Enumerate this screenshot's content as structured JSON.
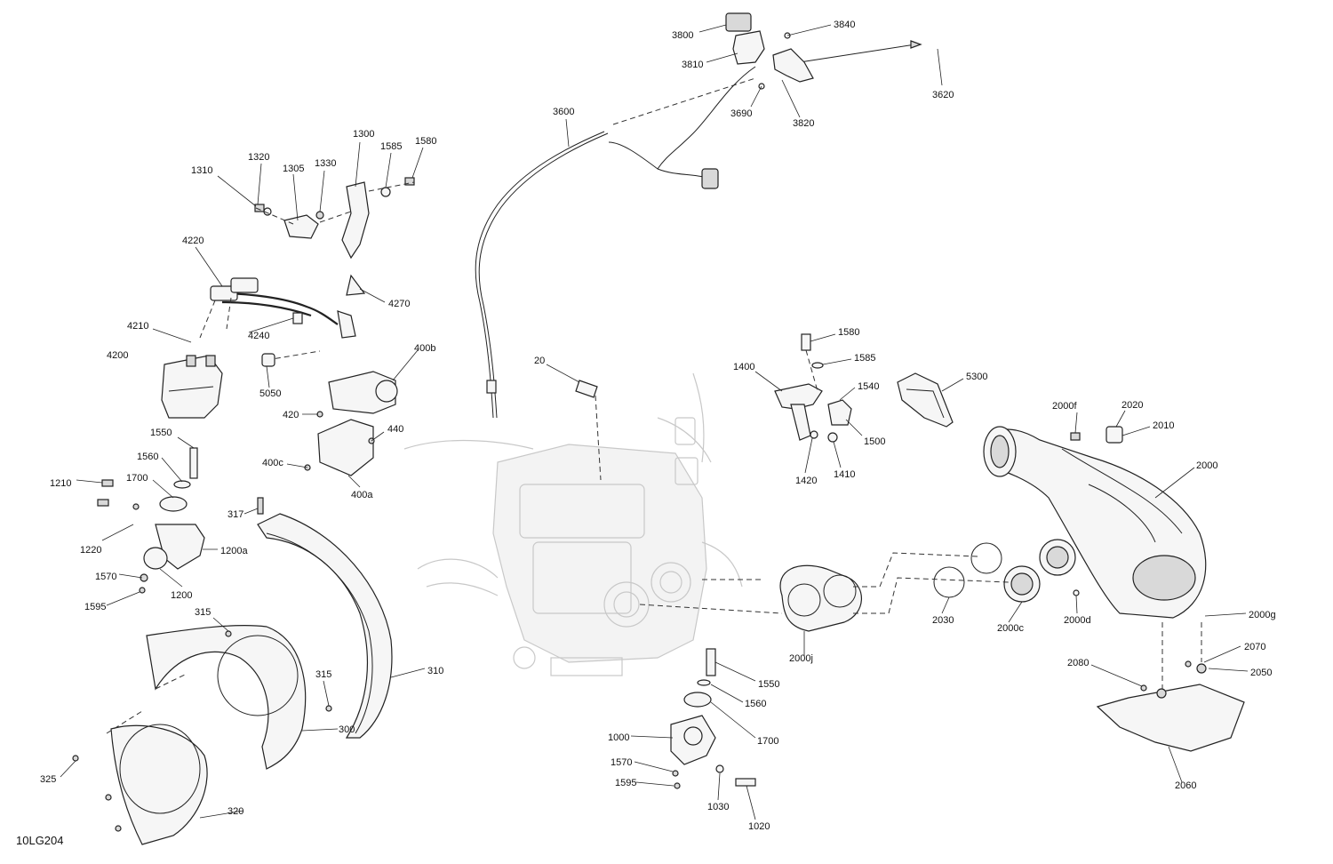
{
  "diagram_code": "10LG204",
  "callouts": [
    {
      "id": "3800",
      "text": "3800"
    },
    {
      "id": "3840",
      "text": "3840"
    },
    {
      "id": "3810",
      "text": "3810"
    },
    {
      "id": "3620",
      "text": "3620"
    },
    {
      "id": "3690",
      "text": "3690"
    },
    {
      "id": "3820",
      "text": "3820"
    },
    {
      "id": "3600",
      "text": "3600"
    },
    {
      "id": "1300",
      "text": "1300"
    },
    {
      "id": "1585a",
      "text": "1585"
    },
    {
      "id": "1580a",
      "text": "1580"
    },
    {
      "id": "1320",
      "text": "1320"
    },
    {
      "id": "1330",
      "text": "1330"
    },
    {
      "id": "1305",
      "text": "1305"
    },
    {
      "id": "1310",
      "text": "1310"
    },
    {
      "id": "4220",
      "text": "4220"
    },
    {
      "id": "4270",
      "text": "4270"
    },
    {
      "id": "4210",
      "text": "4210"
    },
    {
      "id": "4240",
      "text": "4240"
    },
    {
      "id": "4200",
      "text": "4200"
    },
    {
      "id": "5050",
      "text": "5050"
    },
    {
      "id": "400b",
      "text": "400b"
    },
    {
      "id": "420",
      "text": "420"
    },
    {
      "id": "440",
      "text": "440"
    },
    {
      "id": "400c",
      "text": "400c"
    },
    {
      "id": "400a",
      "text": "400a"
    },
    {
      "id": "20",
      "text": "20"
    },
    {
      "id": "1580b",
      "text": "1580"
    },
    {
      "id": "1585b",
      "text": "1585"
    },
    {
      "id": "1400",
      "text": "1400"
    },
    {
      "id": "1540",
      "text": "1540"
    },
    {
      "id": "1500",
      "text": "1500"
    },
    {
      "id": "1420",
      "text": "1420"
    },
    {
      "id": "1410",
      "text": "1410"
    },
    {
      "id": "5300",
      "text": "5300"
    },
    {
      "id": "2000f",
      "text": "2000f"
    },
    {
      "id": "2020",
      "text": "2020"
    },
    {
      "id": "2010",
      "text": "2010"
    },
    {
      "id": "2000",
      "text": "2000"
    },
    {
      "id": "1550a",
      "text": "1550"
    },
    {
      "id": "1560a",
      "text": "1560"
    },
    {
      "id": "1210",
      "text": "1210"
    },
    {
      "id": "1700a",
      "text": "1700"
    },
    {
      "id": "1220",
      "text": "1220"
    },
    {
      "id": "1200a",
      "text": "1200a"
    },
    {
      "id": "1570a",
      "text": "1570"
    },
    {
      "id": "1200",
      "text": "1200"
    },
    {
      "id": "1595a",
      "text": "1595"
    },
    {
      "id": "317",
      "text": "317"
    },
    {
      "id": "315a",
      "text": "315"
    },
    {
      "id": "315b",
      "text": "315"
    },
    {
      "id": "310",
      "text": "310"
    },
    {
      "id": "300",
      "text": "300"
    },
    {
      "id": "325",
      "text": "325"
    },
    {
      "id": "320",
      "text": "320"
    },
    {
      "id": "2030",
      "text": "2030"
    },
    {
      "id": "2000c",
      "text": "2000c"
    },
    {
      "id": "2000d",
      "text": "2000d"
    },
    {
      "id": "2000g",
      "text": "2000g"
    },
    {
      "id": "2000j",
      "text": "2000j"
    },
    {
      "id": "2070",
      "text": "2070"
    },
    {
      "id": "2080",
      "text": "2080"
    },
    {
      "id": "2050",
      "text": "2050"
    },
    {
      "id": "2060",
      "text": "2060"
    },
    {
      "id": "1550b",
      "text": "1550"
    },
    {
      "id": "1560b",
      "text": "1560"
    },
    {
      "id": "1700b",
      "text": "1700"
    },
    {
      "id": "1000",
      "text": "1000"
    },
    {
      "id": "1570b",
      "text": "1570"
    },
    {
      "id": "1595b",
      "text": "1595"
    },
    {
      "id": "1030",
      "text": "1030"
    },
    {
      "id": "1020",
      "text": "1020"
    }
  ]
}
